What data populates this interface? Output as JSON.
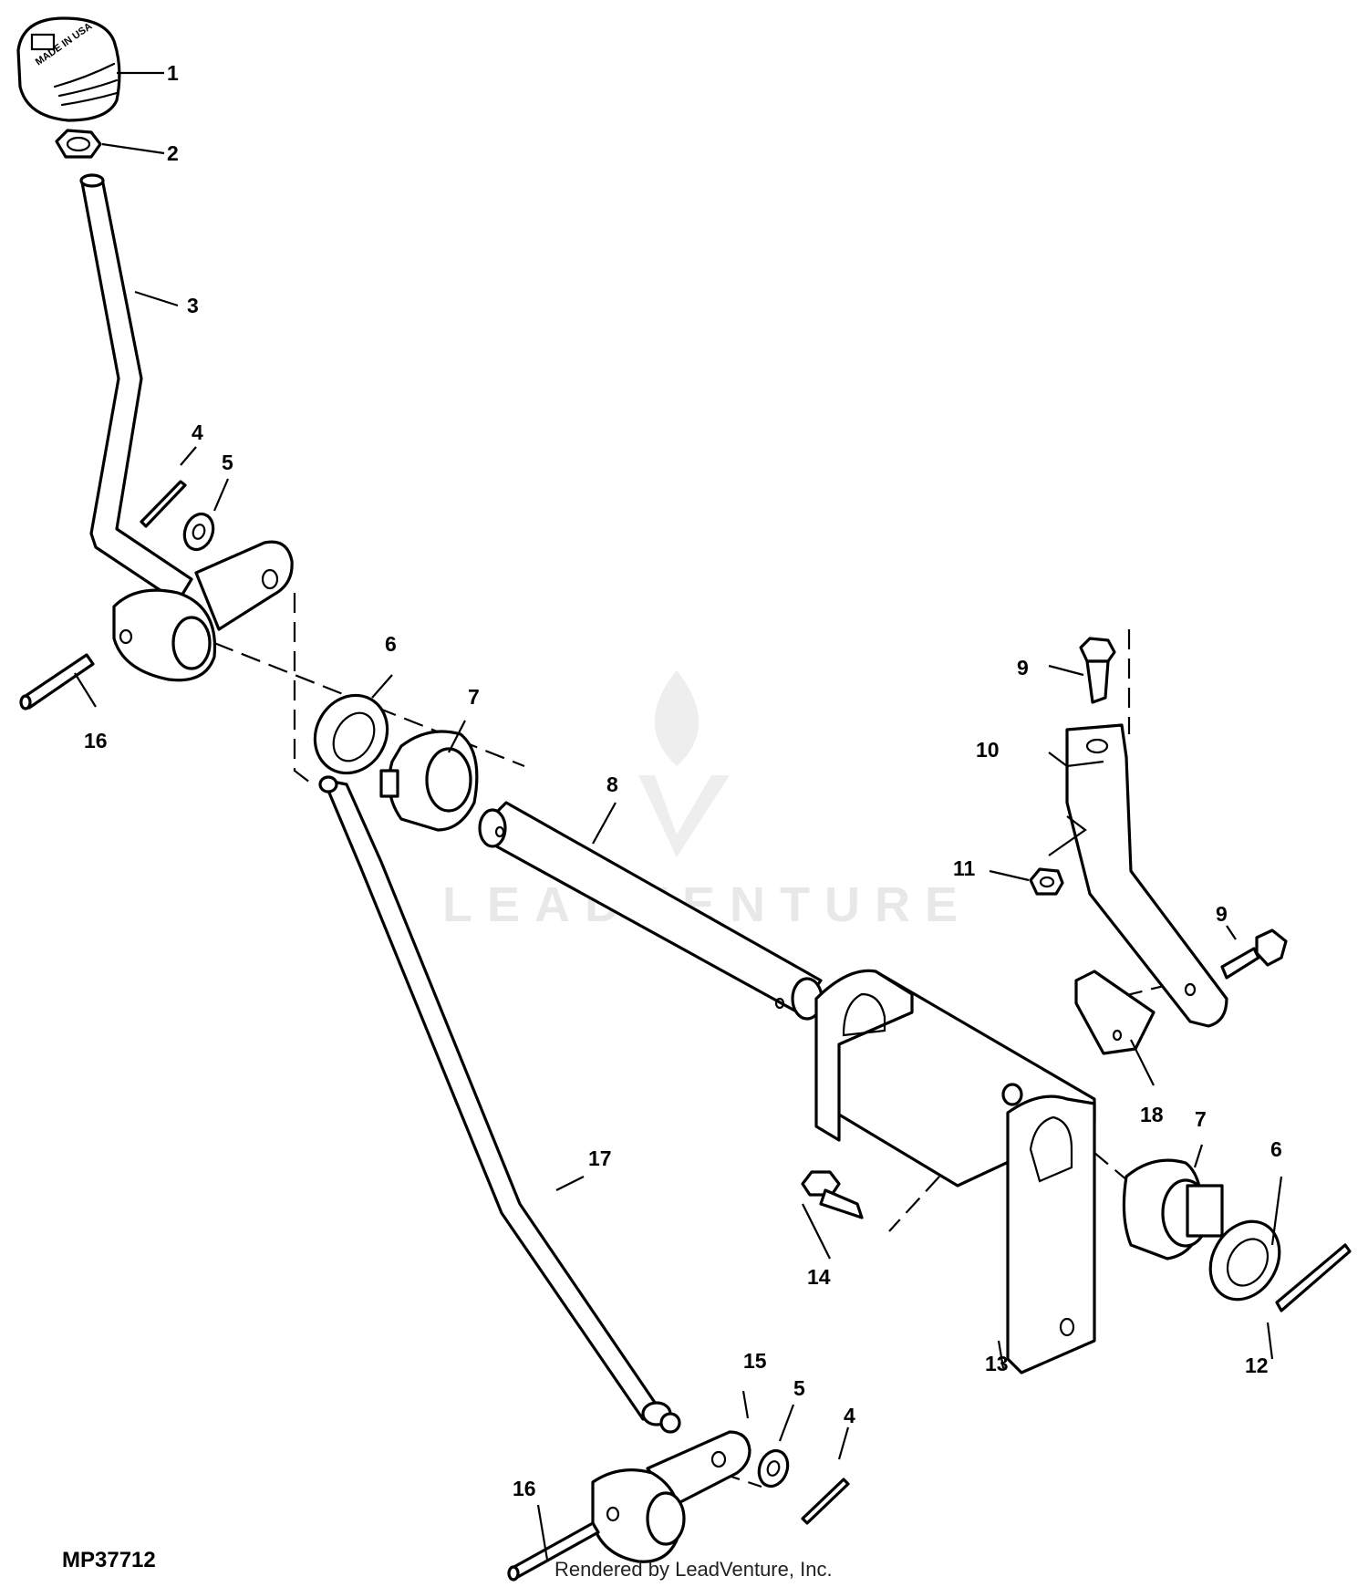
{
  "figure_id": "MP37712",
  "credit": "Rendered by LeadVenture, Inc.",
  "watermark": "LEADVENTURE",
  "knob_marking": "MADE IN USA",
  "callouts": [
    {
      "key": "c1",
      "label": "1"
    },
    {
      "key": "c2",
      "label": "2"
    },
    {
      "key": "c3",
      "label": "3"
    },
    {
      "key": "c4a",
      "label": "4"
    },
    {
      "key": "c5a",
      "label": "5"
    },
    {
      "key": "c6a",
      "label": "6"
    },
    {
      "key": "c7a",
      "label": "7"
    },
    {
      "key": "c8",
      "label": "8"
    },
    {
      "key": "c9a",
      "label": "9"
    },
    {
      "key": "c10",
      "label": "10"
    },
    {
      "key": "c11",
      "label": "11"
    },
    {
      "key": "c9b",
      "label": "9"
    },
    {
      "key": "c16a",
      "label": "16"
    },
    {
      "key": "c17",
      "label": "17"
    },
    {
      "key": "c18",
      "label": "18"
    },
    {
      "key": "c7b",
      "label": "7"
    },
    {
      "key": "c6b",
      "label": "6"
    },
    {
      "key": "c14",
      "label": "14"
    },
    {
      "key": "c13",
      "label": "13"
    },
    {
      "key": "c12",
      "label": "12"
    },
    {
      "key": "c15",
      "label": "15"
    },
    {
      "key": "c5b",
      "label": "5"
    },
    {
      "key": "c4b",
      "label": "4"
    },
    {
      "key": "c16b",
      "label": "16"
    }
  ]
}
